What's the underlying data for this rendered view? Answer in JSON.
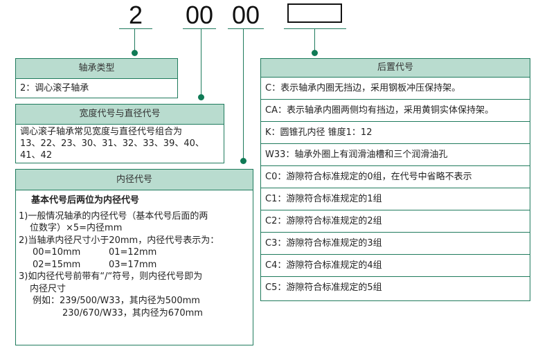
{
  "codes": {
    "type": "2",
    "width_dia": "00",
    "bore": "00"
  },
  "bearing_type": {
    "title": "轴承类型",
    "text": "2：调心滚子轴承"
  },
  "series": {
    "title": "宽度代号与直径代号",
    "lines": [
      "调心滚子轴承常见宽度与直径代号组合为",
      "13、22、23、30、31、32、33、39、40、",
      "41、42"
    ]
  },
  "bore": {
    "title": "内径代号",
    "subtitle": "基本代号后两位为内径代号",
    "lines": [
      "1)一般情况轴承的内径代号（基本代号后面的两",
      "位数字）×5=内径mm",
      "2)当轴承内径尺寸小于20mm，内径代号表示为：",
      "00=10mm",
      "01=12mm",
      "02=15mm",
      "03=17mm",
      "3)如内径代号前带有“/“符号，则内径代号即为",
      "内径尺寸",
      "例如：239/500/W33，其内径为500mm",
      "230/670/W33，其内径为670mm"
    ]
  },
  "suffix": {
    "title": "后置代号",
    "rows": [
      "C：表示轴承内圈无挡边，采用钢板冲压保持架。",
      "CA：表示轴承内圈两侧均有挡边，采用黄铜实体保持架。",
      "K：圆锥孔内径 锥度1：12",
      "W33：轴承外圈上有润滑油槽和三个润滑油孔",
      "C0：游隙符合标准规定的0组，在代号中省略不表示",
      "C1：游隙符合标准规定的1组",
      "C2：游隙符合标准规定的2组",
      "C3：游隙符合标准规定的3组",
      "C4：游隙符合标准规定的4组",
      "C5：游隙符合标准规定的5组"
    ]
  }
}
